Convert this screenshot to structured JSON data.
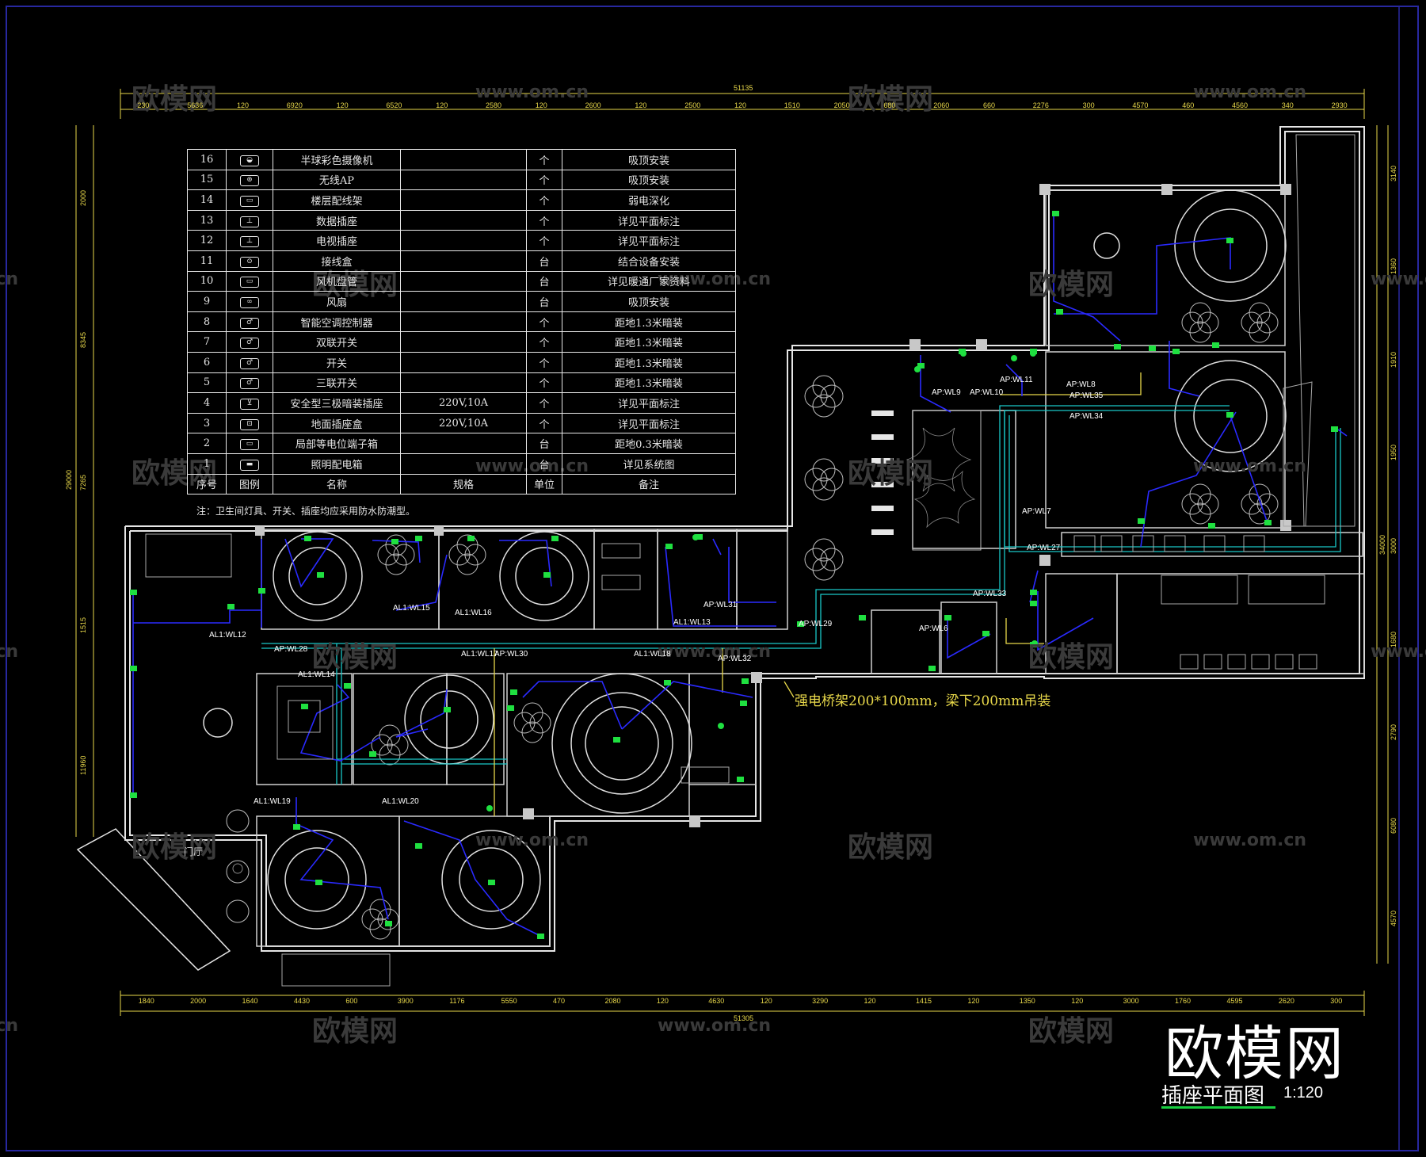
{
  "watermark": {
    "text_cn": "欧模网",
    "text_url": "www.om.cn"
  },
  "brand": "欧模网",
  "sheet": {
    "title": "插座平面图",
    "scale": "1:120"
  },
  "annotation": "强电桥架200*100mm，梁下200mm吊装",
  "legend": {
    "rows": [
      {
        "no": "16",
        "sym": "◒",
        "name": "半球彩色摄像机",
        "spec": "",
        "unit": "个",
        "note": "吸顶安装"
      },
      {
        "no": "15",
        "sym": "⊚",
        "name": "无线AP",
        "spec": "",
        "unit": "个",
        "note": "吸顶安装"
      },
      {
        "no": "14",
        "sym": "▭",
        "name": "楼层配线架",
        "spec": "",
        "unit": "个",
        "note": "弱电深化"
      },
      {
        "no": "13",
        "sym": "⊥",
        "name": "数据插座",
        "spec": "",
        "unit": "个",
        "note": "详见平面标注"
      },
      {
        "no": "12",
        "sym": "⊥",
        "name": "电视插座",
        "spec": "",
        "unit": "个",
        "note": "详见平面标注"
      },
      {
        "no": "11",
        "sym": "⊙",
        "name": "接线盒",
        "spec": "",
        "unit": "台",
        "note": "结合设备安装"
      },
      {
        "no": "10",
        "sym": "▭",
        "name": "风机盘管",
        "spec": "",
        "unit": "台",
        "note": "详见暖通厂家资料"
      },
      {
        "no": "9",
        "sym": "∞",
        "name": "风扇",
        "spec": "",
        "unit": "台",
        "note": "吸顶安装"
      },
      {
        "no": "8",
        "sym": "♂",
        "name": "智能空调控制器",
        "spec": "",
        "unit": "个",
        "note": "距地1.3米暗装"
      },
      {
        "no": "7",
        "sym": "♂",
        "name": "双联开关",
        "spec": "",
        "unit": "个",
        "note": "距地1.3米暗装"
      },
      {
        "no": "6",
        "sym": "♂",
        "name": "开关",
        "spec": "",
        "unit": "个",
        "note": "距地1.3米暗装"
      },
      {
        "no": "5",
        "sym": "♂",
        "name": "三联开关",
        "spec": "",
        "unit": "个",
        "note": "距地1.3米暗装"
      },
      {
        "no": "4",
        "sym": "⊻",
        "name": "安全型三极暗装插座",
        "spec": "220V,10A",
        "unit": "个",
        "note": "详见平面标注"
      },
      {
        "no": "3",
        "sym": "⊡",
        "name": "地面插座盒",
        "spec": "220V,10A",
        "unit": "个",
        "note": "详见平面标注"
      },
      {
        "no": "2",
        "sym": "▭",
        "name": "局部等电位端子箱",
        "spec": "",
        "unit": "台",
        "note": "距地0.3米暗装"
      },
      {
        "no": "1",
        "sym": "▬",
        "name": "照明配电箱",
        "spec": "",
        "unit": "台",
        "note": "详见系统图"
      }
    ],
    "header": {
      "no": "序号",
      "sym": "图例",
      "name": "名称",
      "spec": "规格",
      "unit": "单位",
      "note": "备注"
    },
    "footnote": "注：卫生间灯具、开关、插座均应采用防水防潮型。"
  },
  "circuits": [
    "AP:WL9",
    "AP:WL10",
    "AP:WL11",
    "AP:WL8",
    "AP:WL35",
    "AP:WL34",
    "AP:WL7",
    "AP:WL27",
    "AP:WL33",
    "AP:WL6",
    "AP:WL31",
    "AP:WL29",
    "AL1:WL13",
    "AL1:WL15",
    "AL1:WL16",
    "AL1:WL12",
    "AP:WL28",
    "AL1:WL17",
    "AP:WL30",
    "AL1:WL18",
    "AP:WL32",
    "AL1:WL14",
    "AL1:WL19",
    "AL1:WL20"
  ],
  "room_label": "门厅",
  "dims_top": [
    "230",
    "5636",
    "120",
    "6920",
    "120",
    "6520",
    "120",
    "2580",
    "120",
    "2600",
    "120",
    "2500",
    "120",
    "1510",
    "2050",
    "680",
    "2060",
    "660",
    "2276",
    "300",
    "4570",
    "460",
    "4560",
    "340",
    "2930"
  ],
  "dims_top_total": "51135",
  "dims_bottom": [
    "1840",
    "2000",
    "1640",
    "4430",
    "600",
    "3900",
    "1176",
    "5550",
    "470",
    "2080",
    "120",
    "4630",
    "120",
    "3290",
    "120",
    "1415",
    "120",
    "1350",
    "120",
    "3000",
    "1760",
    "4595",
    "2620",
    "300"
  ],
  "dims_bottom_total": "51305",
  "dims_left": [
    "2000",
    "8345",
    "7265",
    "1515",
    "11960"
  ],
  "dims_left_total": "29000",
  "dims_right": [
    "3140",
    "1360",
    "1910",
    "1950",
    "3000",
    "1680",
    "2790",
    "6080",
    "4570"
  ],
  "dims_right_total": "34000",
  "colors": {
    "background": "#000000",
    "wall": "#e6e6e6",
    "wire": "#2a2aff",
    "tray": "#19c8c8",
    "device": "#1fe040",
    "dim": "#e8d84a",
    "frame": "#2828a0"
  }
}
